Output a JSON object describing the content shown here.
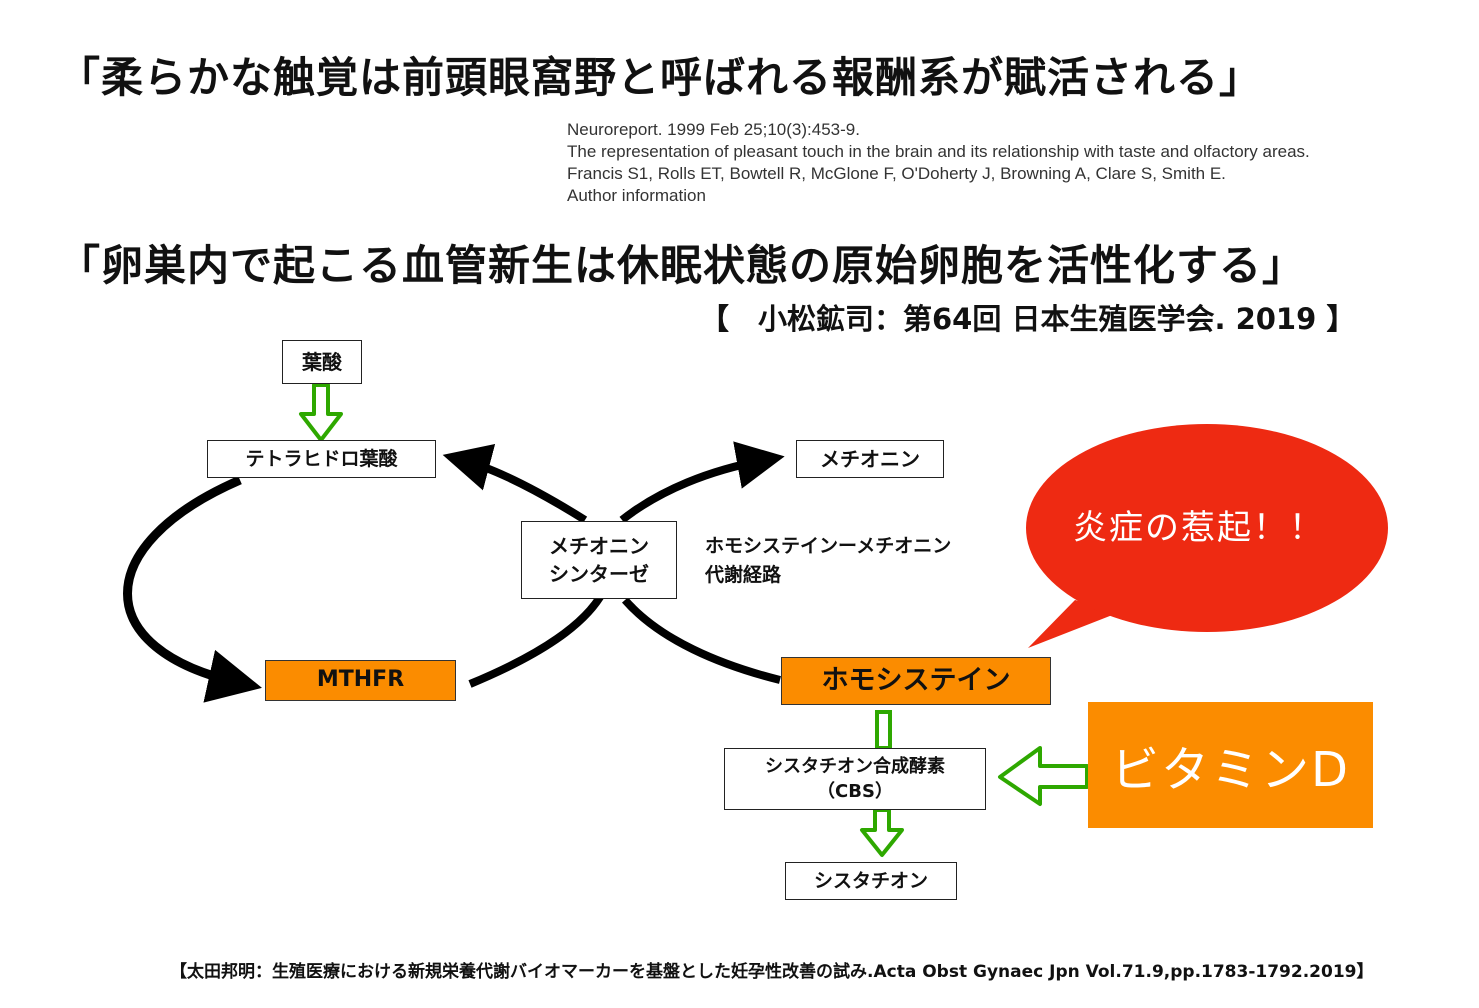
{
  "heading1": "「柔らかな触覚は前頭眼窩野と呼ばれる報酬系が賦活される」",
  "reference": {
    "line1": "Neuroreport. 1999 Feb 25;10(3):453-9.",
    "line2": "The representation of pleasant touch in the brain and its relationship with taste and olfactory areas.",
    "line3": "Francis S1, Rolls ET, Bowtell R, McGlone F, O'Doherty J, Browning A, Clare S, Smith E.",
    "line4": "Author information"
  },
  "heading2": "「卵巣内で起こる血管新生は休眠状態の原始卵胞を活性化する」",
  "citation2": "【　小松鉱司：第64回 日本生殖医学会. 2019 】",
  "diagram": {
    "folate": "葉酸",
    "thf": "テトラヒドロ葉酸",
    "methionine": "メチオニン",
    "synthase_line1": "メチオニン",
    "synthase_line2": "シンターゼ",
    "pathway_line1": "ホモシステインーメチオニン",
    "pathway_line2": "代謝経路",
    "mthfr": "MTHFR",
    "homocysteine": "ホモシステイン",
    "cbs_line1": "シスタチオン合成酵素",
    "cbs_line2": "（CBS）",
    "cystathione": "シスタチオン",
    "vitamin_d": "ビタミンD",
    "inflammation": "炎症の惹起！！"
  },
  "colors": {
    "orange": "#fb8c00",
    "bubble_red": "#ee2a12",
    "green_arrow": "#2ea800",
    "black_arrow": "#000000"
  },
  "footer": "【太田邦明：生殖医療における新規栄養代謝バイオマーカーを基盤とした妊孕性改善の試み.Acta Obst Gynaec Jpn Vol.71.9,pp.1783-1792.2019】"
}
